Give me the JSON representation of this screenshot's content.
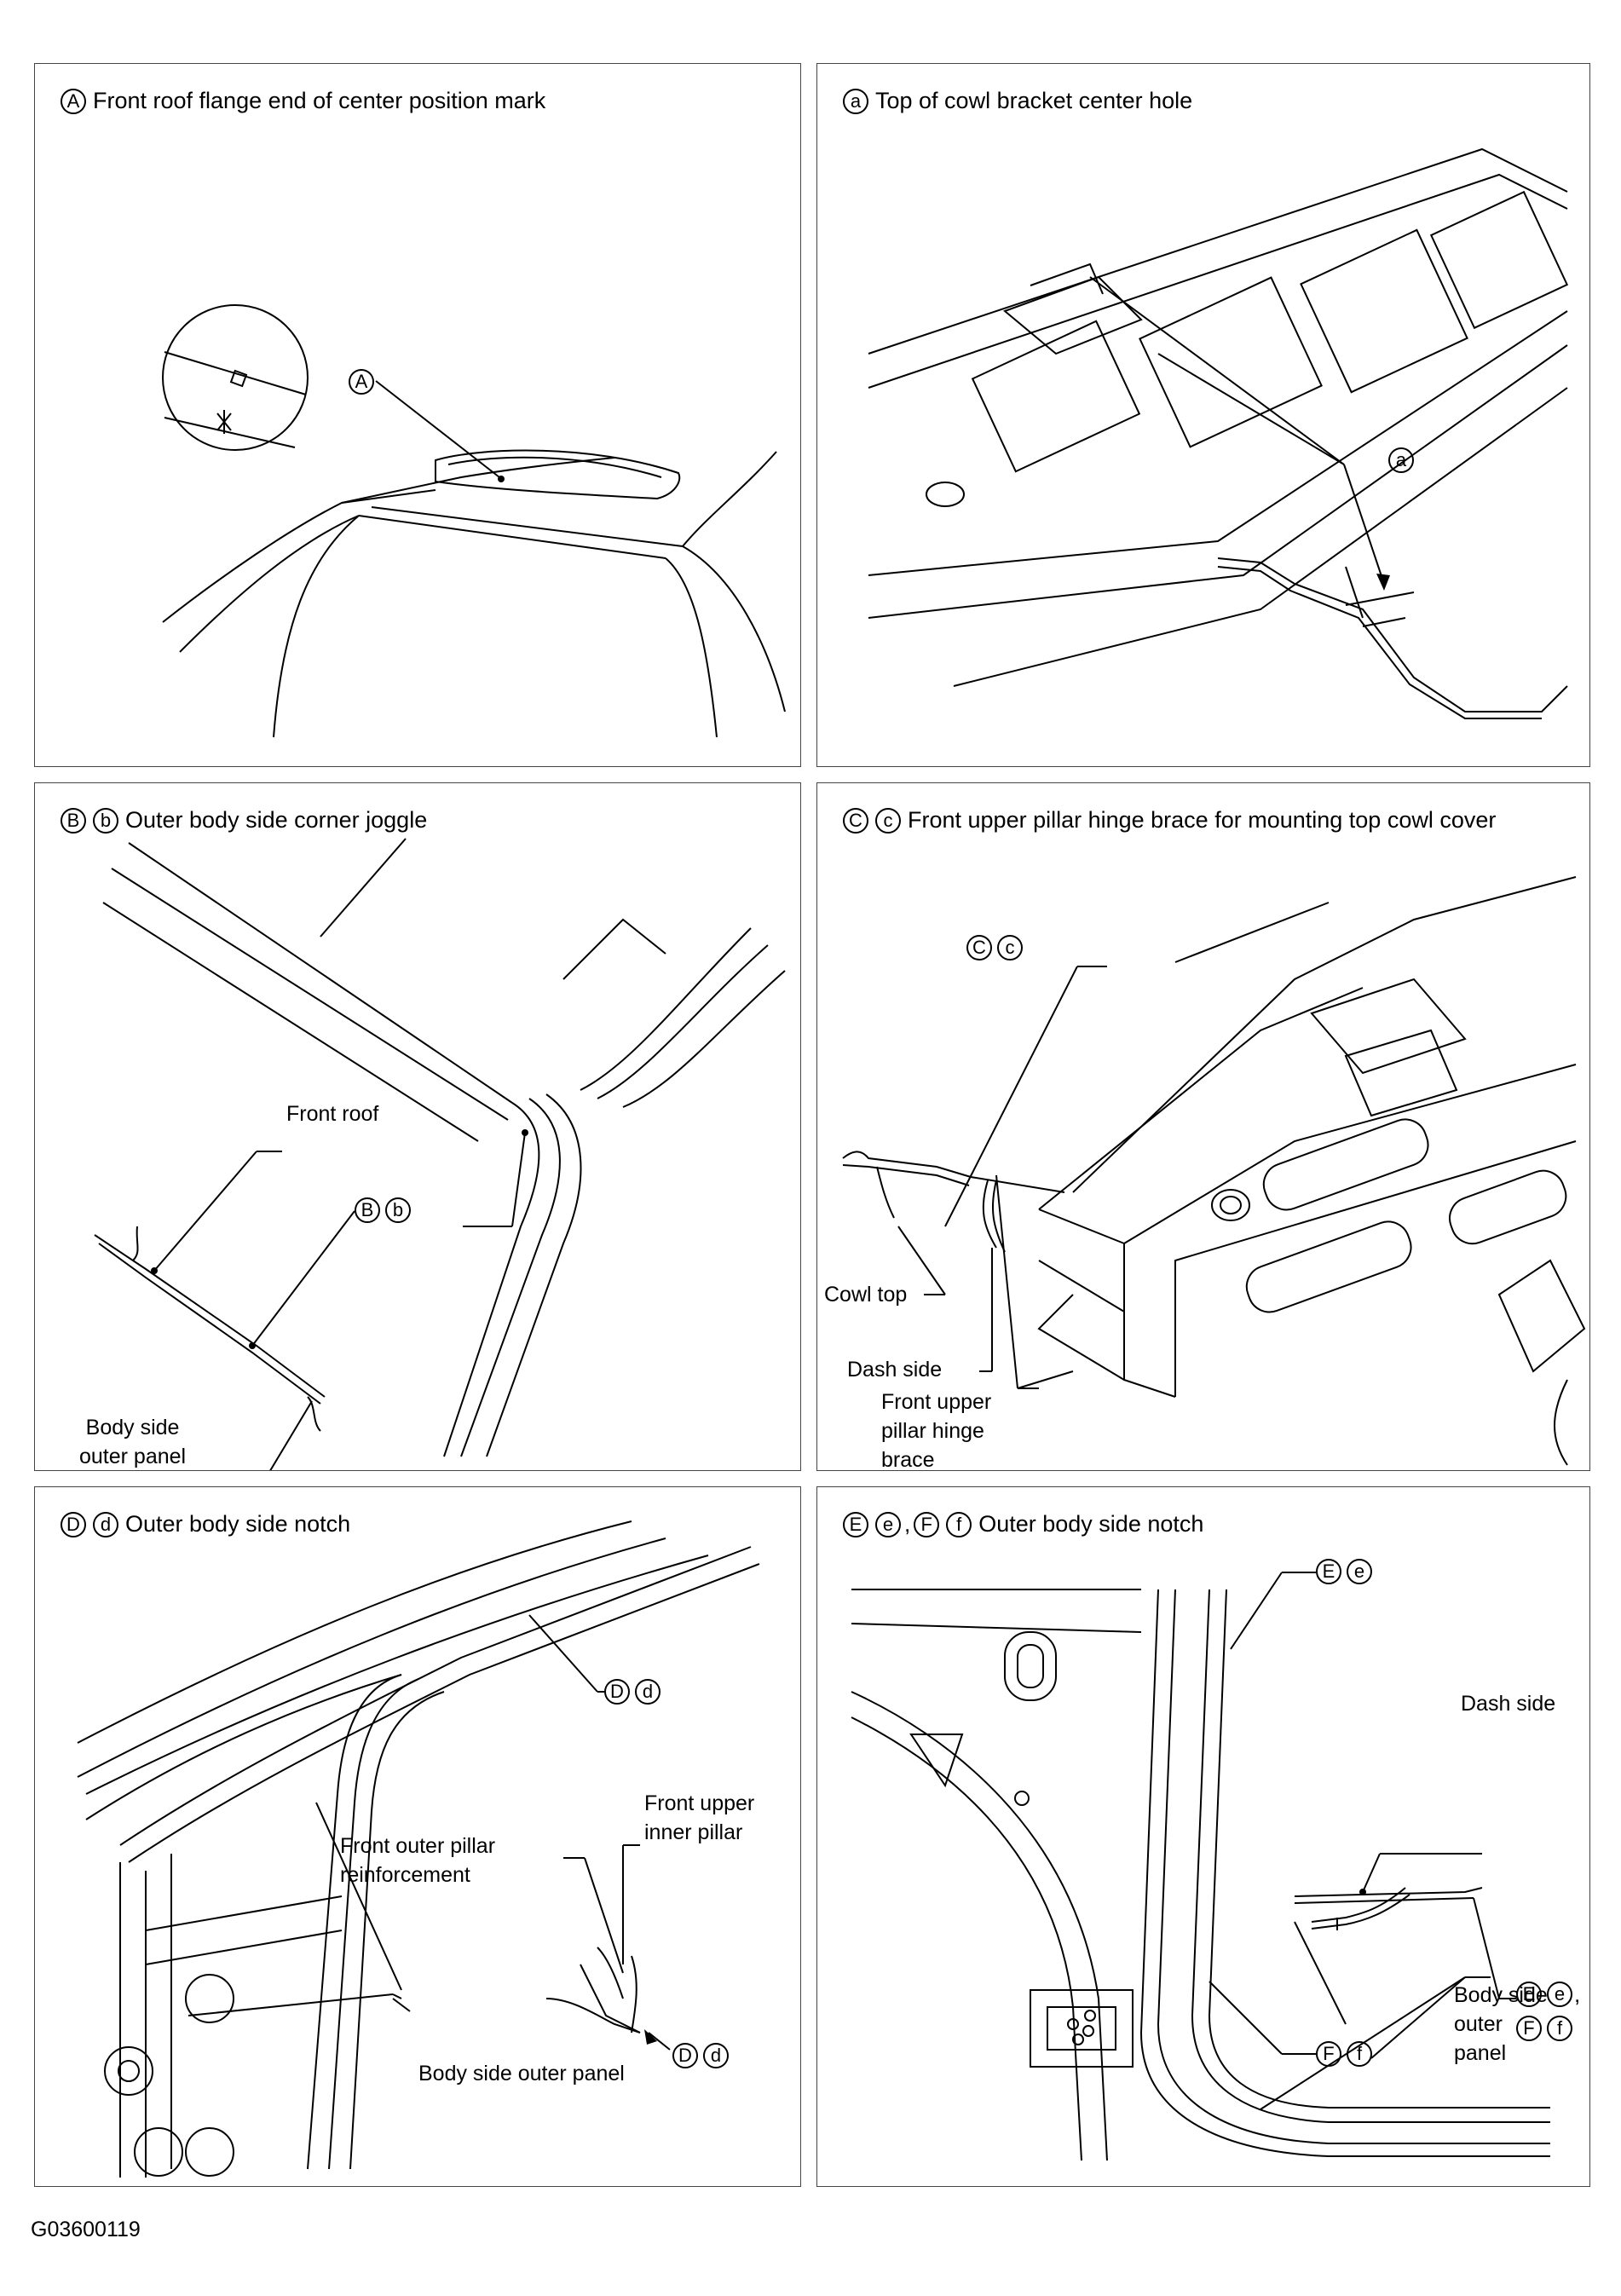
{
  "panels": [
    {
      "id": "A",
      "markers": [
        "A"
      ],
      "title": "Front roof flange end of center position mark",
      "callout_markers": [
        "A"
      ]
    },
    {
      "id": "a",
      "markers": [
        "a"
      ],
      "title": "Top of cowl bracket center hole",
      "callout_markers": [
        "a"
      ]
    },
    {
      "id": "Bb",
      "markers": [
        "B",
        "b"
      ],
      "title": "Outer body side corner joggle",
      "callout_markers": [
        "B",
        "b"
      ],
      "labels": {
        "front_roof": "Front roof",
        "body_side_outer_panel": "Body side\nouter panel"
      }
    },
    {
      "id": "Cc",
      "markers": [
        "C",
        "c"
      ],
      "title": "Front upper pillar hinge brace for mounting top cowl cover",
      "callout_markers": [
        "C",
        "c"
      ],
      "labels": {
        "cowl_top": "Cowl top",
        "dash_side": "Dash side",
        "hinge_brace": "Front upper\npillar hinge\nbrace"
      }
    },
    {
      "id": "Dd",
      "markers": [
        "D",
        "d"
      ],
      "title": "Outer body side notch",
      "callout_markers": [
        "D",
        "d"
      ],
      "labels": {
        "front_upper_inner_pillar": "Front upper\ninner pillar",
        "front_outer_pillar_reinforcement": "Front outer pillar\nreinforcement",
        "body_side_outer_panel": "Body side outer panel"
      }
    },
    {
      "id": "EeFf",
      "markers": [
        "E",
        "e",
        "F",
        "f"
      ],
      "title": "Outer body side notch",
      "callout_markers": [
        "E",
        "e",
        "F",
        "f"
      ],
      "labels": {
        "dash_side": "Dash side",
        "body_side_outer_panel": "Body side\nouter\npanel"
      }
    }
  ],
  "comma": ",",
  "reference_code": "G03600119"
}
